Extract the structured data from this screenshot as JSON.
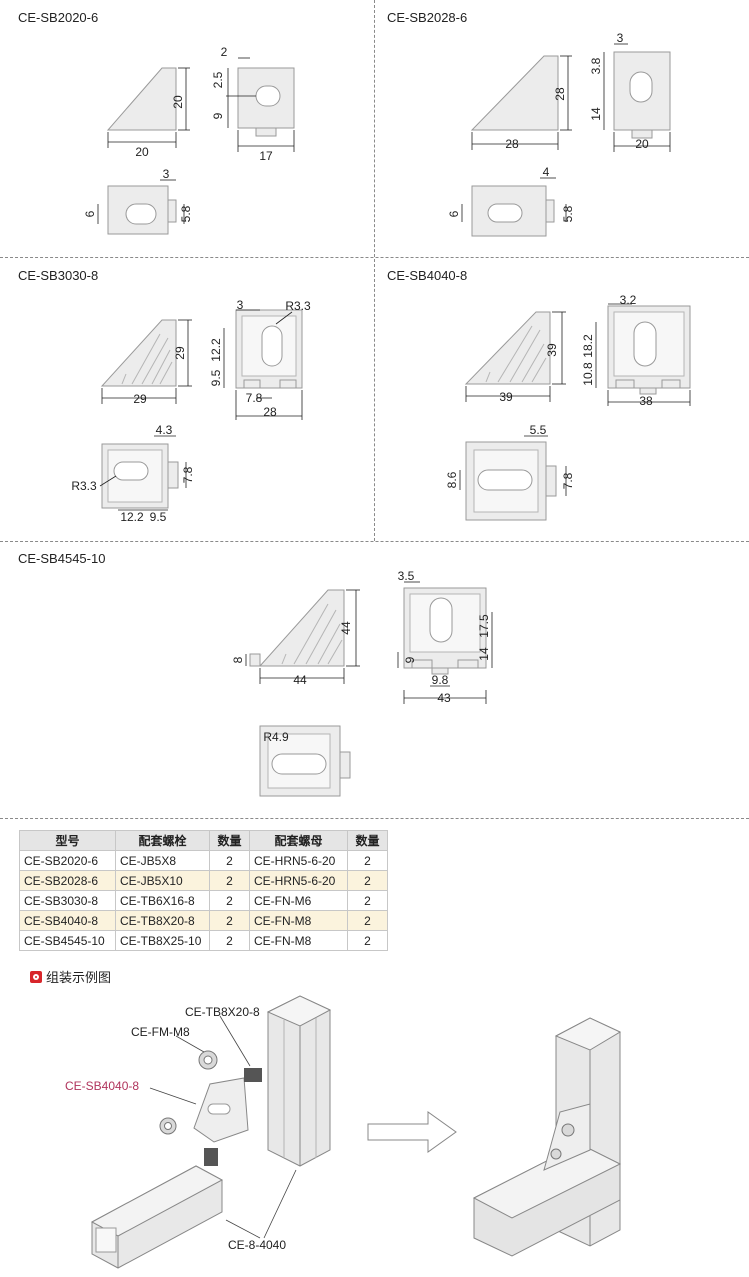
{
  "panels": [
    {
      "title": "CE-SB2020-6",
      "dims": [
        "2",
        "2.5",
        "9",
        "20",
        "20",
        "17",
        "3",
        "6",
        "5.8"
      ]
    },
    {
      "title": "CE-SB2028-6",
      "dims": [
        "3",
        "3.8",
        "14",
        "28",
        "28",
        "20",
        "4",
        "6",
        "5.8"
      ]
    },
    {
      "title": "CE-SB3030-8",
      "dims": [
        "3",
        "R3.3",
        "12.2",
        "9.5",
        "29",
        "29",
        "7.8",
        "28",
        "4.3",
        "7.8",
        "R3.3",
        "12.2",
        "9.5"
      ]
    },
    {
      "title": "CE-SB4040-8",
      "dims": [
        "3.2",
        "18.2",
        "10.8",
        "39",
        "39",
        "38",
        "5.5",
        "8.6",
        "7.8"
      ]
    },
    {
      "title": "CE-SB4545-10",
      "dims": [
        "44",
        "8",
        "44",
        "3.5",
        "17.5",
        "14",
        "9",
        "9.8",
        "43",
        "R4.9"
      ]
    }
  ],
  "table": {
    "headers": [
      "型号",
      "配套螺栓",
      "数量",
      "配套螺母",
      "数量"
    ],
    "rows": [
      [
        "CE-SB2020-6",
        "CE-JB5X8",
        "2",
        "CE-HRN5-6-20",
        "2"
      ],
      [
        "CE-SB2028-6",
        "CE-JB5X10",
        "2",
        "CE-HRN5-6-20",
        "2"
      ],
      [
        "CE-SB3030-8",
        "CE-TB6X16-8",
        "2",
        "CE-FN-M6",
        "2"
      ],
      [
        "CE-SB4040-8",
        "CE-TB8X20-8",
        "2",
        "CE-FN-M8",
        "2"
      ],
      [
        "CE-SB4545-10",
        "CE-TB8X25-10",
        "2",
        "CE-FN-M8",
        "2"
      ]
    ]
  },
  "assembly": {
    "heading": "组装示例图",
    "labels": {
      "bolt": "CE-TB8X20-8",
      "nut": "CE-FM-M8",
      "bracket": "CE-SB4040-8",
      "profile": "CE-8-4040"
    },
    "accent_color": "#b0345c",
    "icon": "target-icon"
  }
}
